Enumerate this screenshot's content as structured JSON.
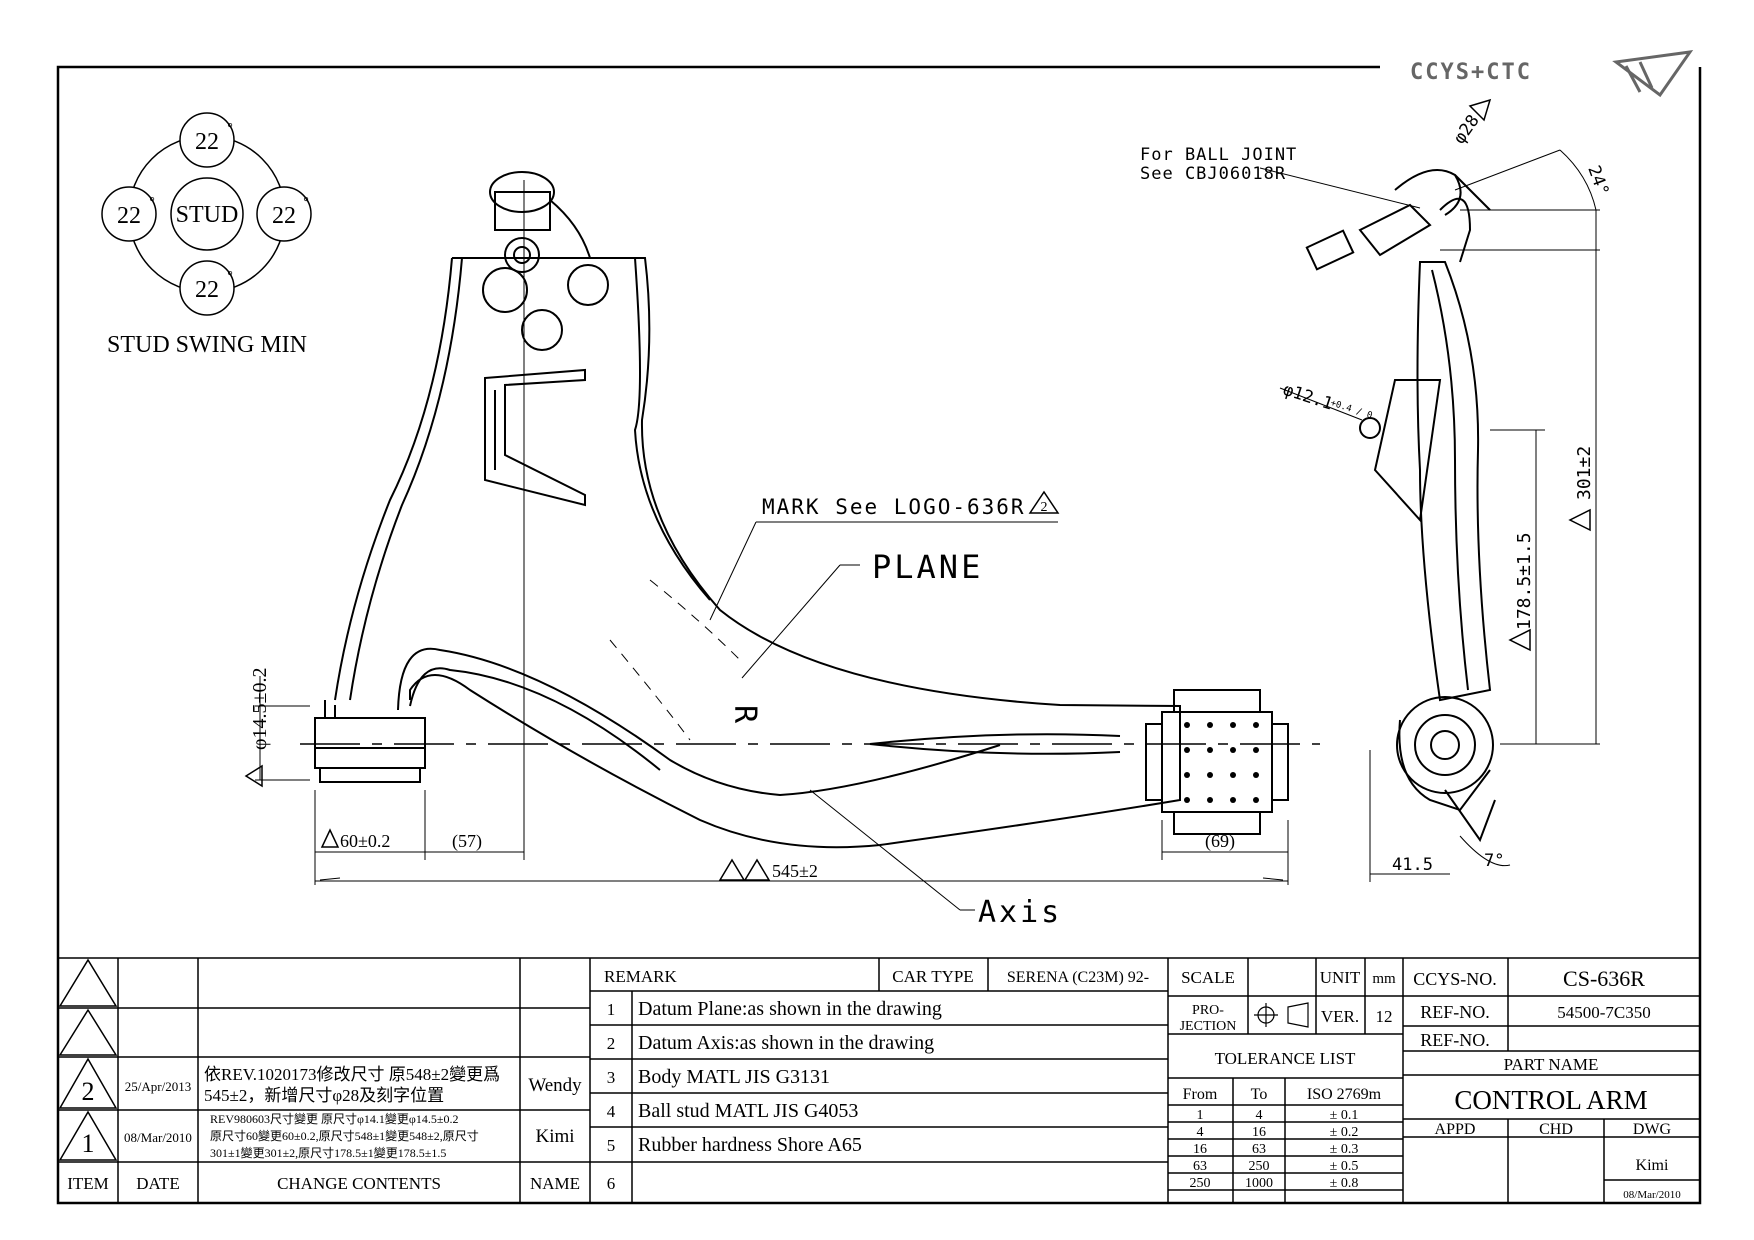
{
  "logo": {
    "text": "CCYS+CTC"
  },
  "stud_swing": {
    "top": "22",
    "left": "22",
    "right": "22",
    "bottom": "22",
    "center": "STUD",
    "degree_mark": "°",
    "caption": "STUD SWING MIN"
  },
  "annotations": {
    "ball_joint_1": "For BALL JOINT",
    "ball_joint_2": "See CBJ06018R",
    "mark_logo": "MARK See LOGO-636R",
    "rev_num": "2",
    "plane": "PLANE",
    "axis": "Axis",
    "r_mark": "R"
  },
  "dimensions": {
    "bush_dia": "φ14.5±0.2",
    "d60": "60±0.2",
    "d57": "(57)",
    "d69": "(69)",
    "d545": "545±2",
    "ball_dia": "φ28",
    "angle24": "24°",
    "hole_dia": "φ12.1",
    "hole_tol": "+0.4 / 0",
    "h301": "301±2",
    "h178": "178.5±1.5",
    "d41": "41.5",
    "angle7": "7°"
  },
  "title_block": {
    "change_headers": {
      "item": "ITEM",
      "date": "DATE",
      "contents": "CHANGE CONTENTS",
      "name": "NAME"
    },
    "changes": [
      {
        "item": "2",
        "date": "25/Apr/2013",
        "contents": [
          "依REV.1020173修改尺寸 原548±2變更爲",
          "545±2，新增尺寸φ28及刻字位置"
        ],
        "name": "Wendy"
      },
      {
        "item": "1",
        "date": "08/Mar/2010",
        "contents": [
          "REV980603尺寸變更 原尺寸φ14.1變更φ14.5±0.2",
          "原尺寸60變更60±0.2,原尺寸548±1變更548±2,原尺寸",
          "301±1變更301±2,原尺寸178.5±1變更178.5±1.5"
        ],
        "name": "Kimi"
      }
    ],
    "remark_label": "REMARK",
    "car_type_label": "CAR TYPE",
    "car_type": "SERENA (C23M) 92-",
    "remarks": [
      {
        "n": "1",
        "text": "Datum Plane:as shown in the drawing"
      },
      {
        "n": "2",
        "text": "Datum Axis:as shown in the drawing"
      },
      {
        "n": "3",
        "text": "Body MATL JIS G3131"
      },
      {
        "n": "4",
        "text": "Ball stud MATL JIS G4053"
      },
      {
        "n": "5",
        "text": "Rubber hardness Shore A65"
      },
      {
        "n": "6",
        "text": ""
      }
    ],
    "scale_label": "SCALE",
    "unit_label": "UNIT",
    "unit": "mm",
    "projection_1": "PRO-",
    "projection_2": "JECTION",
    "ver_label": "VER.",
    "ver": "12",
    "tolerance_title": "TOLERANCE LIST",
    "tol_headers": {
      "from": "From",
      "to": "To",
      "std": "ISO 2769m"
    },
    "tolerances": [
      {
        "from": "1",
        "to": "4",
        "tol": "± 0.1"
      },
      {
        "from": "4",
        "to": "16",
        "tol": "± 0.2"
      },
      {
        "from": "16",
        "to": "63",
        "tol": "± 0.3"
      },
      {
        "from": "63",
        "to": "250",
        "tol": "± 0.5"
      },
      {
        "from": "250",
        "to": "1000",
        "tol": "± 0.8"
      }
    ],
    "ccys_no_label": "CCYS-NO.",
    "ccys_no": "CS-636R",
    "ref_no_label": "REF-NO.",
    "ref_no": "54500-7C350",
    "ref_no2_label": "REF-NO.",
    "ref_no2": "",
    "part_name_label": "PART NAME",
    "part_name": "CONTROL ARM",
    "appd_label": "APPD",
    "chd_label": "CHD",
    "dwg_label": "DWG",
    "dwg_by": "Kimi",
    "dwg_date": "08/Mar/2010"
  }
}
